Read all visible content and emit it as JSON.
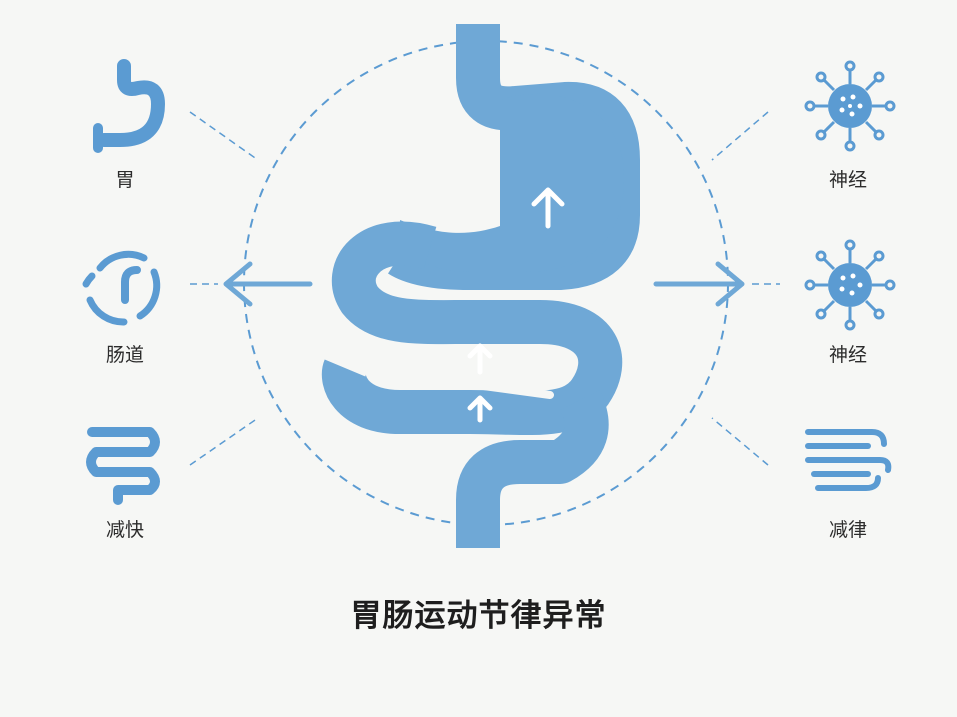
{
  "title": "胃肠运动节律异常",
  "left_items": [
    {
      "label": "胃",
      "icon": "stomach-icon"
    },
    {
      "label": "肠道",
      "icon": "cycle-icon"
    },
    {
      "label": "减快",
      "icon": "intestine-icon"
    }
  ],
  "right_items": [
    {
      "label": "神经",
      "icon": "virus-icon"
    },
    {
      "label": "神经",
      "icon": "virus-icon"
    },
    {
      "label": "减律",
      "icon": "wave-lines-icon"
    }
  ],
  "colors": {
    "accent": "#6fa8d6",
    "icon": "#5b9bd2",
    "background": "#f6f7f5",
    "text": "#2c2c2c"
  }
}
